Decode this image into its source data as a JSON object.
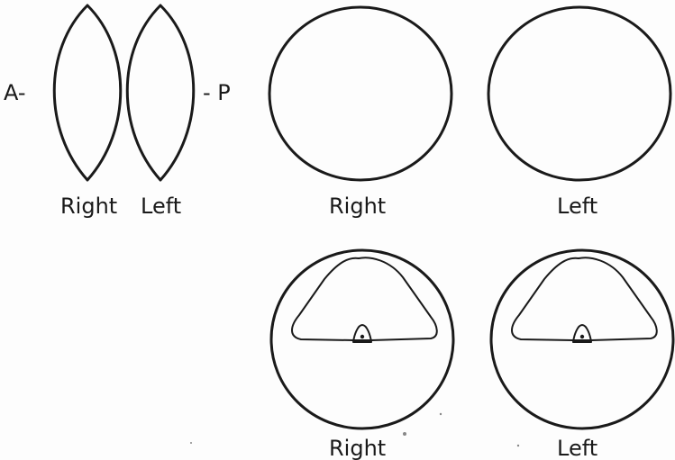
{
  "lens_side_view": {
    "anterior_marker": "A-",
    "posterior_marker": "- P",
    "right_label": "Right",
    "left_label": "Left"
  },
  "lens_front_view_clear": {
    "right_label": "Right",
    "left_label": "Left"
  },
  "lens_front_view_opacity": {
    "right_label": "Right",
    "left_label": "Left"
  },
  "colors": {
    "ink": "#1a1a1a",
    "paper": "#fdfdfd"
  }
}
